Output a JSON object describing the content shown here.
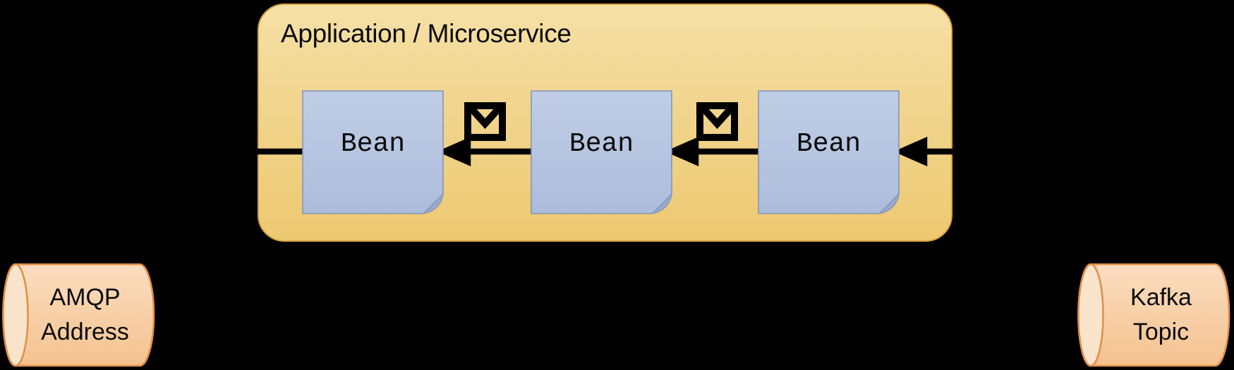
{
  "application": {
    "title": "Application / Microservice"
  },
  "beans": [
    {
      "label": "Bean"
    },
    {
      "label": "Bean"
    },
    {
      "label": "Bean"
    }
  ],
  "message_icons": [
    {
      "name": "message-envelope-icon"
    },
    {
      "name": "message-envelope-icon"
    }
  ],
  "endpoints": {
    "amqp": {
      "line1": "AMQP",
      "line2": "Address"
    },
    "kafka": {
      "line1": "Kafka",
      "line2": "Topic"
    }
  },
  "flow": {
    "direction_note": "arrows point left"
  },
  "colors": {
    "background": "#000000",
    "app_fill_top": "#F6E0A6",
    "app_fill_bottom": "#EDC971",
    "app_border": "#D7A440",
    "bean_fill_top": "#C0CDE6",
    "bean_fill_bottom": "#ACBDDB",
    "bean_border": "#8495BB",
    "bean_fold": "#9AAACF",
    "cylinder_fill_top": "#FBDDC0",
    "cylinder_fill_bottom": "#F4C28F",
    "cylinder_cap": "#FAE4CC",
    "cylinder_border": "#E0914A",
    "arrow": "#000000",
    "text": "#0B0B0B"
  }
}
